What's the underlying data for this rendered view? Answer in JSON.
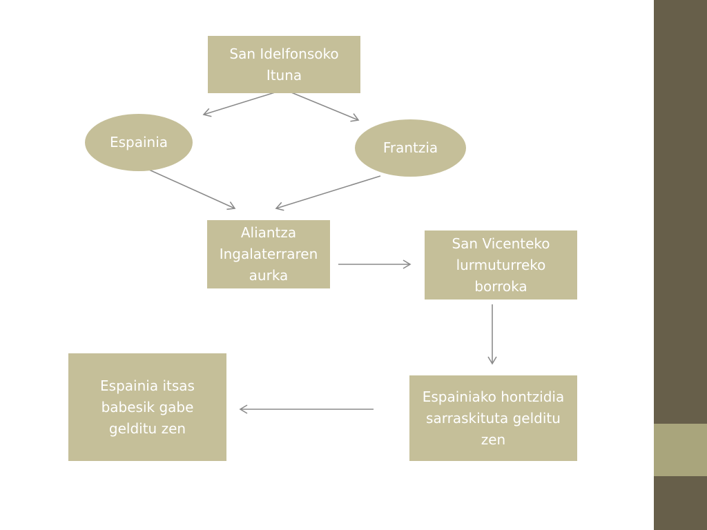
{
  "diagram": {
    "nodes": [
      {
        "id": "treaty",
        "label": "San Idelfonsoko\nItuna",
        "shape": "rectangle"
      },
      {
        "id": "spain",
        "label": "Espainia",
        "shape": "ellipse"
      },
      {
        "id": "france",
        "label": "Frantzia",
        "shape": "ellipse"
      },
      {
        "id": "alliance",
        "label": "Aliantza\nIngalaterraren\naurka",
        "shape": "rectangle"
      },
      {
        "id": "battle",
        "label": "San Vicenteko\nlurmuturreko\nborroka",
        "shape": "rectangle"
      },
      {
        "id": "fleet_destroyed",
        "label": "Espainiako hontzidia\nsarraskituta gelditu\nzen",
        "shape": "rectangle"
      },
      {
        "id": "defenceless",
        "label": "Espainia itsas\nbabesik gabe\ngelditu zen",
        "shape": "rectangle"
      }
    ],
    "edges": [
      {
        "from": "treaty",
        "to": "spain"
      },
      {
        "from": "treaty",
        "to": "france"
      },
      {
        "from": "spain",
        "to": "alliance"
      },
      {
        "from": "france",
        "to": "alliance"
      },
      {
        "from": "alliance",
        "to": "battle"
      },
      {
        "from": "battle",
        "to": "fleet_destroyed"
      },
      {
        "from": "fleet_destroyed",
        "to": "defenceless"
      }
    ]
  },
  "colors": {
    "node_fill": "#c5bf99",
    "node_text": "#ffffff",
    "connector": "#8a8a8a",
    "sidebar_dark": "#675f4a",
    "sidebar_light": "#a9a57c"
  }
}
